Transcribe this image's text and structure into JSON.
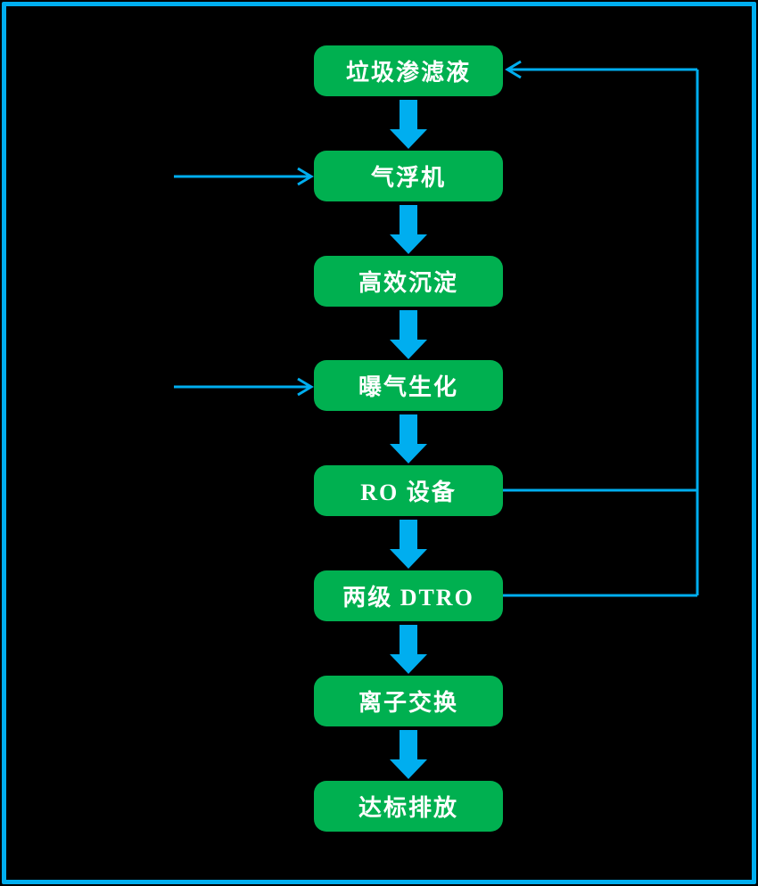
{
  "diagram": {
    "type": "flowchart",
    "nodes": [
      {
        "label": "垃圾渗滤液"
      },
      {
        "label": "气浮机"
      },
      {
        "label": "高效沉淀"
      },
      {
        "label": "曝气生化"
      },
      {
        "label": "RO 设备"
      },
      {
        "label": "两级 DTRO"
      },
      {
        "label": "离子交换"
      },
      {
        "label": "达标排放"
      }
    ],
    "edges": [
      {
        "from": "垃圾渗滤液",
        "to": "气浮机",
        "style": "thick-block-arrow"
      },
      {
        "from": "气浮机",
        "to": "高效沉淀",
        "style": "thick-block-arrow"
      },
      {
        "from": "高效沉淀",
        "to": "曝气生化",
        "style": "thick-block-arrow"
      },
      {
        "from": "曝气生化",
        "to": "RO 设备",
        "style": "thick-block-arrow"
      },
      {
        "from": "RO 设备",
        "to": "两级 DTRO",
        "style": "thick-block-arrow"
      },
      {
        "from": "两级 DTRO",
        "to": "离子交换",
        "style": "thick-block-arrow"
      },
      {
        "from": "离子交换",
        "to": "达标排放",
        "style": "thick-block-arrow"
      },
      {
        "from": "RO 设备",
        "to": "垃圾渗滤液",
        "style": "thin-line-recycle-right"
      },
      {
        "from": "两级 DTRO",
        "to": "垃圾渗滤液",
        "style": "thin-line-recycle-right"
      },
      {
        "to": "气浮机",
        "style": "thin-inlet-arrow-left"
      },
      {
        "to": "曝气生化",
        "style": "thin-inlet-arrow-left"
      }
    ],
    "colors": {
      "background": "#000000",
      "frame_border": "#00AEEF",
      "node_fill": "#00B050",
      "node_text": "#FFFFFF",
      "arrow": "#00AEEF"
    }
  }
}
